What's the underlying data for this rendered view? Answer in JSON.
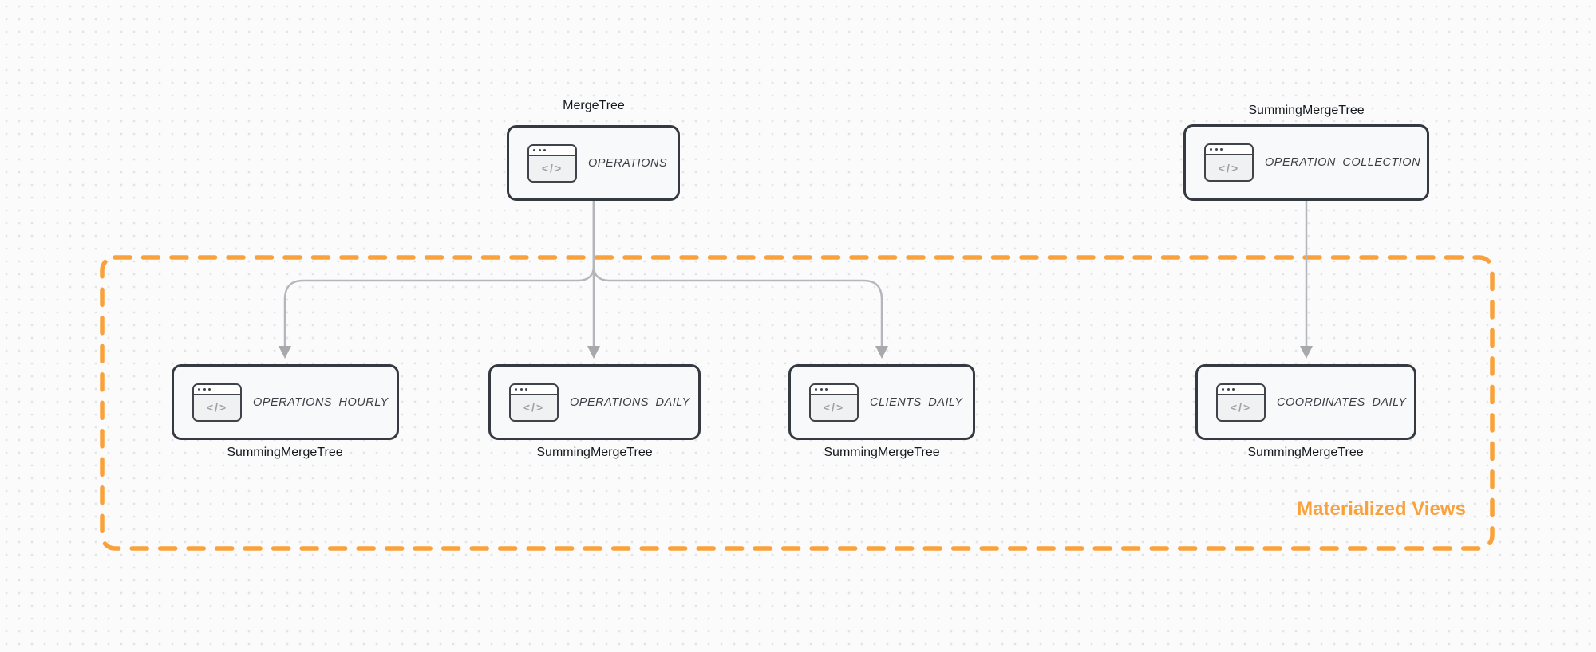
{
  "canvas": {
    "background": "#fbfbfc",
    "dot_color": "#e3e4e7"
  },
  "palette": {
    "accent_orange": "#f9a13b",
    "node_border": "#343a40",
    "node_fill": "#f8f9fa",
    "arrow_gray": "#b5b6ba",
    "title_text": "#3a3f45",
    "label_text": "#15191d",
    "icon_glyph_gray": "#9ca2a8"
  },
  "icon_glyph": "</>",
  "group": {
    "label": "Materialized Views"
  },
  "nodes": [
    {
      "id": "operations",
      "title": "OPERATIONS",
      "engine": "MergeTree"
    },
    {
      "id": "operation-collection",
      "title": "OPERATION_COLLECTION",
      "engine": "SummingMergeTree"
    },
    {
      "id": "operations-hourly",
      "title": "OPERATIONS_HOURLY",
      "engine": "SummingMergeTree"
    },
    {
      "id": "operations-daily",
      "title": "OPERATIONS_DAILY",
      "engine": "SummingMergeTree"
    },
    {
      "id": "clients-daily",
      "title": "CLIENTS_DAILY",
      "engine": "SummingMergeTree"
    },
    {
      "id": "coordinates-daily",
      "title": "COORDINATES_DAILY",
      "engine": "SummingMergeTree"
    }
  ],
  "edges": [
    {
      "from": "operations",
      "to": "operations-hourly"
    },
    {
      "from": "operations",
      "to": "operations-daily"
    },
    {
      "from": "operations",
      "to": "clients-daily"
    },
    {
      "from": "operation-collection",
      "to": "coordinates-daily"
    }
  ]
}
